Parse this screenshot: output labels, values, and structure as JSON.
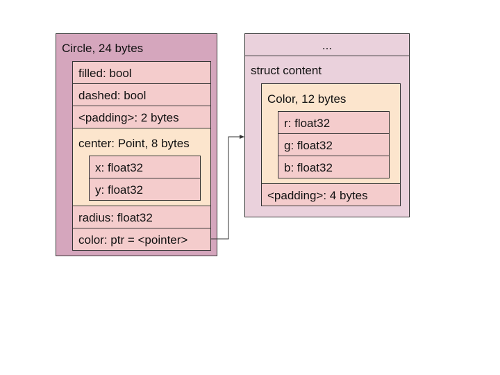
{
  "circle": {
    "title": "Circle, 24 bytes",
    "fields": {
      "filled": "filled: bool",
      "dashed": "dashed: bool",
      "padding": "<padding>: 2 bytes",
      "center": {
        "title": "center: Point, 8 bytes",
        "x": "x: float32",
        "y": "y: float32"
      },
      "radius": "radius: float32",
      "color": "color: ptr = <pointer>"
    }
  },
  "content": {
    "header": "...",
    "title": "struct content",
    "color_struct": {
      "title": "Color, 12 bytes",
      "r": "r: float32",
      "g": "g: float32",
      "b": "b: float32"
    },
    "padding": "<padding>: 4 bytes"
  },
  "colors": {
    "outer": "#d5a6bd",
    "outer_right": "#ead1dc",
    "field": "#f4cccc",
    "nested": "#fce5cd",
    "line": "#333333"
  }
}
